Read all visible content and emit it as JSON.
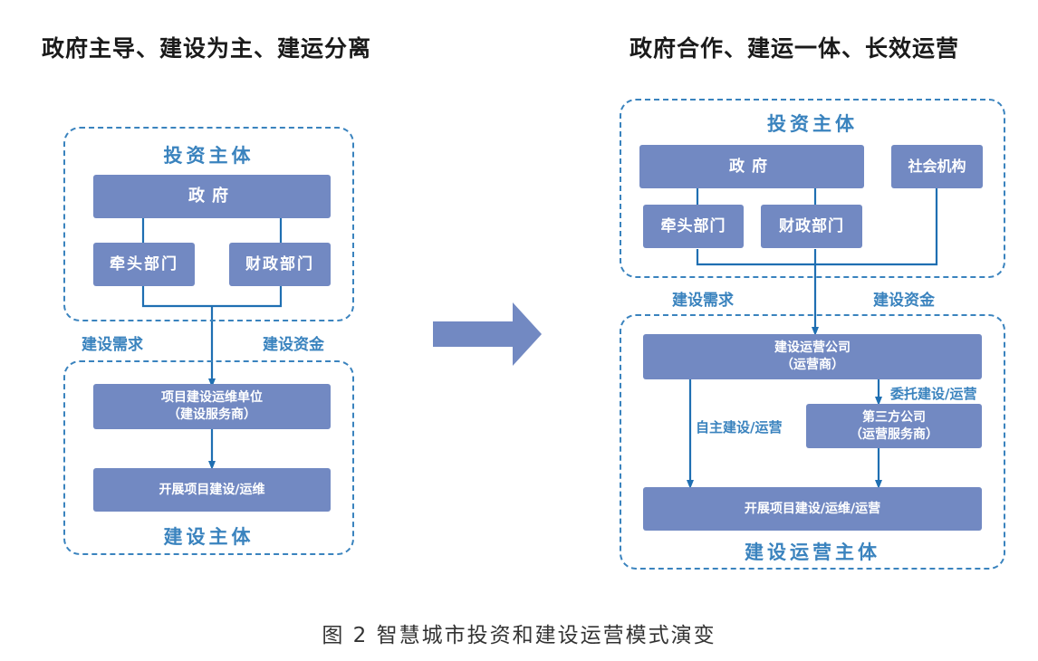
{
  "left": {
    "heading": "政府主导、建设为主、建运分离",
    "invest": {
      "title": "投资主体",
      "gov": "政府",
      "lead_dept": "牵头部门",
      "finance_dept": "财政部门"
    },
    "need_label": "建设需求",
    "fund_label": "建设资金",
    "build": {
      "unit_line1": "项目建设运维单位",
      "unit_line2": "（建设服务商）",
      "action": "开展项目建设/运维",
      "title": "建设主体"
    }
  },
  "right": {
    "heading": "政府合作、建运一体、长效运营",
    "invest": {
      "title": "投资主体",
      "gov": "政府",
      "social": "社会机构",
      "lead_dept": "牵头部门",
      "finance_dept": "财政部门"
    },
    "need_label": "建设需求",
    "fund_label": "建设资金",
    "build": {
      "company_line1": "建设运营公司",
      "company_line2": "（运营商）",
      "entrust_label": "委托建设/运营",
      "self_label": "自主建设/运营",
      "third_line1": "第三方公司",
      "third_line2": "（运营服务商）",
      "action": "开展项目建设/运维/运营",
      "title": "建设运营主体"
    }
  },
  "caption": "图 2  智慧城市投资和建设运营模式演变",
  "colors": {
    "box": "#7289c2",
    "line": "#3a83be",
    "heading": "#1a1a1a",
    "big_arrow": "#7289c2"
  }
}
